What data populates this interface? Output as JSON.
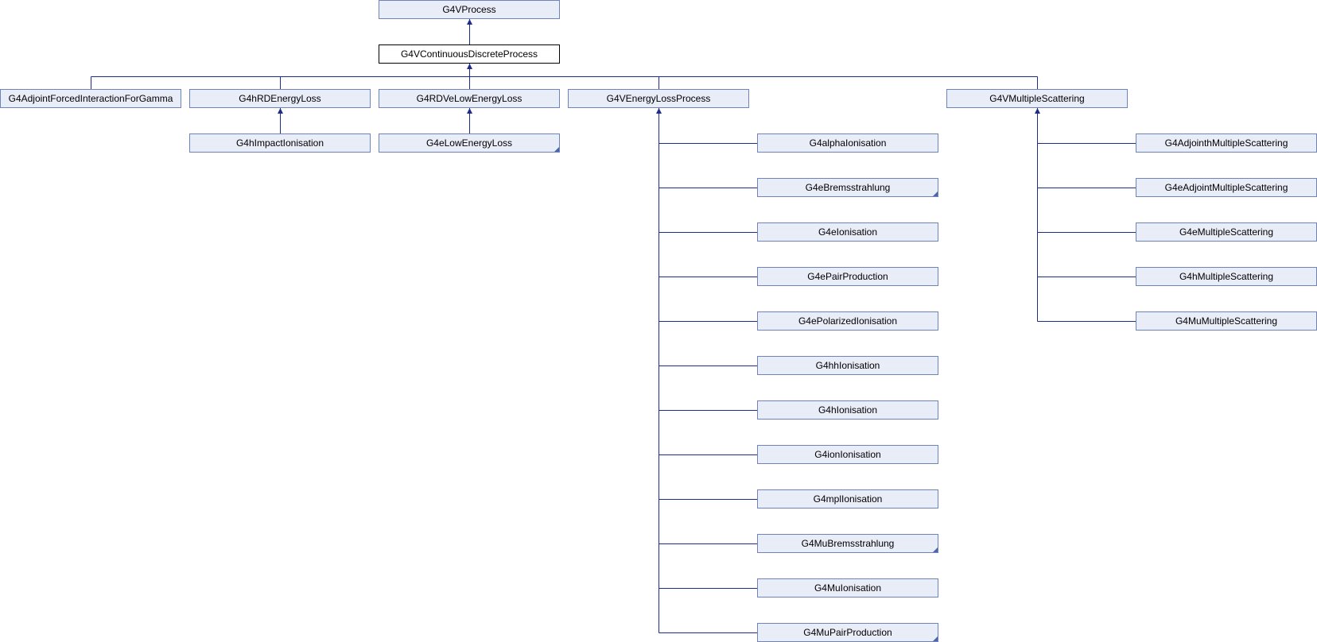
{
  "diagram": {
    "nodes": {
      "g4vprocess": "G4VProcess",
      "g4vcontinuousdiscreteprocess": "G4VContinuousDiscreteProcess",
      "g4adjointforcedinteractionforgamma": "G4AdjointForcedInteractionForGamma",
      "g4hrdenergyloss": "G4hRDEnergyLoss",
      "g4rdvelowenergyloss": "G4RDVeLowEnergyLoss",
      "g4venergylossprocess": "G4VEnergyLossProcess",
      "g4vmultiplescattering": "G4VMultipleScattering",
      "g4himpactionisation": "G4hImpactIonisation",
      "g4elowenergyloss": "G4eLowEnergyLoss",
      "g4alphaionisation": "G4alphaIonisation",
      "g4ebremsstrahlung": "G4eBremsstrahlung",
      "g4eionisation": "G4eIonisation",
      "g4epairproduction": "G4ePairProduction",
      "g4epolarizedionisation": "G4ePolarizedIonisation",
      "g4hhionisation": "G4hhIonisation",
      "g4hionisation": "G4hIonisation",
      "g4ionionisation": "G4ionIonisation",
      "g4mplionisation": "G4mplIonisation",
      "g4mubremsstrahlung": "G4MuBremsstrahlung",
      "g4muionisation": "G4MuIonisation",
      "g4mupairproduction": "G4MuPairProduction",
      "g4adjointhmultiplescattering": "G4AdjointhMultipleScattering",
      "g4eadjointmultiplescattering": "G4eAdjointMultipleScattering",
      "g4emultiplescattering": "G4eMultipleScattering",
      "g4hmultiplescattering": "G4hMultipleScattering",
      "g4mumultiplescattering": "G4MuMultipleScattering"
    },
    "edges": [
      [
        "g4vcontinuousdiscreteprocess",
        "g4vprocess"
      ],
      [
        "g4adjointforcedinteractionforgamma",
        "g4vcontinuousdiscreteprocess"
      ],
      [
        "g4hrdenergyloss",
        "g4vcontinuousdiscreteprocess"
      ],
      [
        "g4rdvelowenergyloss",
        "g4vcontinuousdiscreteprocess"
      ],
      [
        "g4venergylossprocess",
        "g4vcontinuousdiscreteprocess"
      ],
      [
        "g4vmultiplescattering",
        "g4vcontinuousdiscreteprocess"
      ],
      [
        "g4himpactionisation",
        "g4hrdenergyloss"
      ],
      [
        "g4elowenergyloss",
        "g4rdvelowenergyloss"
      ],
      [
        "g4alphaionisation",
        "g4venergylossprocess"
      ],
      [
        "g4ebremsstrahlung",
        "g4venergylossprocess"
      ],
      [
        "g4eionisation",
        "g4venergylossprocess"
      ],
      [
        "g4epairproduction",
        "g4venergylossprocess"
      ],
      [
        "g4epolarizedionisation",
        "g4venergylossprocess"
      ],
      [
        "g4hhionisation",
        "g4venergylossprocess"
      ],
      [
        "g4hionisation",
        "g4venergylossprocess"
      ],
      [
        "g4ionionisation",
        "g4venergylossprocess"
      ],
      [
        "g4mplionisation",
        "g4venergylossprocess"
      ],
      [
        "g4mubremsstrahlung",
        "g4venergylossprocess"
      ],
      [
        "g4muionisation",
        "g4venergylossprocess"
      ],
      [
        "g4mupairproduction",
        "g4venergylossprocess"
      ],
      [
        "g4adjointhmultiplescattering",
        "g4vmultiplescattering"
      ],
      [
        "g4eadjointmultiplescattering",
        "g4vmultiplescattering"
      ],
      [
        "g4emultiplescattering",
        "g4vmultiplescattering"
      ],
      [
        "g4hmultiplescattering",
        "g4vmultiplescattering"
      ],
      [
        "g4mumultiplescattering",
        "g4vmultiplescattering"
      ]
    ],
    "current_node": "g4vcontinuousdiscreteprocess",
    "nodes_with_more_subclasses": [
      "g4elowenergyloss",
      "g4ebremsstrahlung",
      "g4mubremsstrahlung",
      "g4mupairproduction"
    ],
    "colors": {
      "node_fill": "#e8edf7",
      "node_border": "#6e84b8",
      "current_node_fill": "#ffffff",
      "current_node_border": "#000000",
      "edge": "#1b2b8e"
    }
  }
}
